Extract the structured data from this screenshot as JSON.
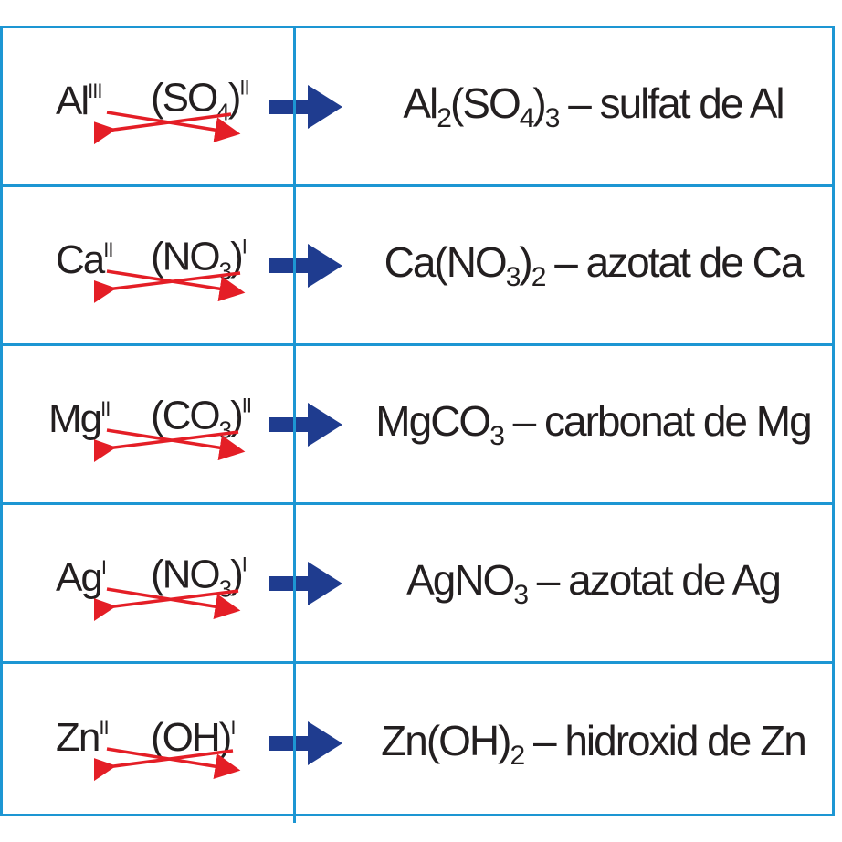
{
  "colors": {
    "border": "#1d96d3",
    "arrow": "#1f3c8f",
    "cross": "#e41e26",
    "text": "#231f20"
  },
  "rows": [
    {
      "cation": "Al",
      "cation_valence": "III",
      "anion": "(SO",
      "anion_sub": "4",
      "anion_close": ")",
      "anion_valence": "II",
      "f1": "Al",
      "f2": "2",
      "f3": "(SO",
      "f4": "4",
      "f5": ")",
      "f6": "3",
      "f7": " – sulfat de Al"
    },
    {
      "cation": "Ca",
      "cation_valence": "II",
      "anion": "(NO",
      "anion_sub": "3",
      "anion_close": ")",
      "anion_valence": "I",
      "f1": "Ca(NO",
      "f2": "3",
      "f3": ")",
      "f4": "2",
      "f5": " – azotat de Ca",
      "f6": "",
      "f7": ""
    },
    {
      "cation": "Mg",
      "cation_valence": "II",
      "anion": "(CO",
      "anion_sub": "3",
      "anion_close": ")",
      "anion_valence": "II",
      "f1": "MgCO",
      "f2": "3",
      "f3": " – carbonat de Mg",
      "f4": "",
      "f5": "",
      "f6": "",
      "f7": ""
    },
    {
      "cation": "Ag",
      "cation_valence": "I",
      "anion": "(NO",
      "anion_sub": "3",
      "anion_close": ")",
      "anion_valence": "I",
      "f1": "AgNO",
      "f2": "3",
      "f3": " – azotat de Ag",
      "f4": "",
      "f5": "",
      "f6": "",
      "f7": ""
    },
    {
      "cation": "Zn",
      "cation_valence": "II",
      "anion": "(OH)",
      "anion_sub": "",
      "anion_close": "",
      "anion_valence": "I",
      "f1": "Zn(OH)",
      "f2": "2",
      "f3": " – hidroxid de Zn",
      "f4": "",
      "f5": "",
      "f6": "",
      "f7": ""
    }
  ]
}
